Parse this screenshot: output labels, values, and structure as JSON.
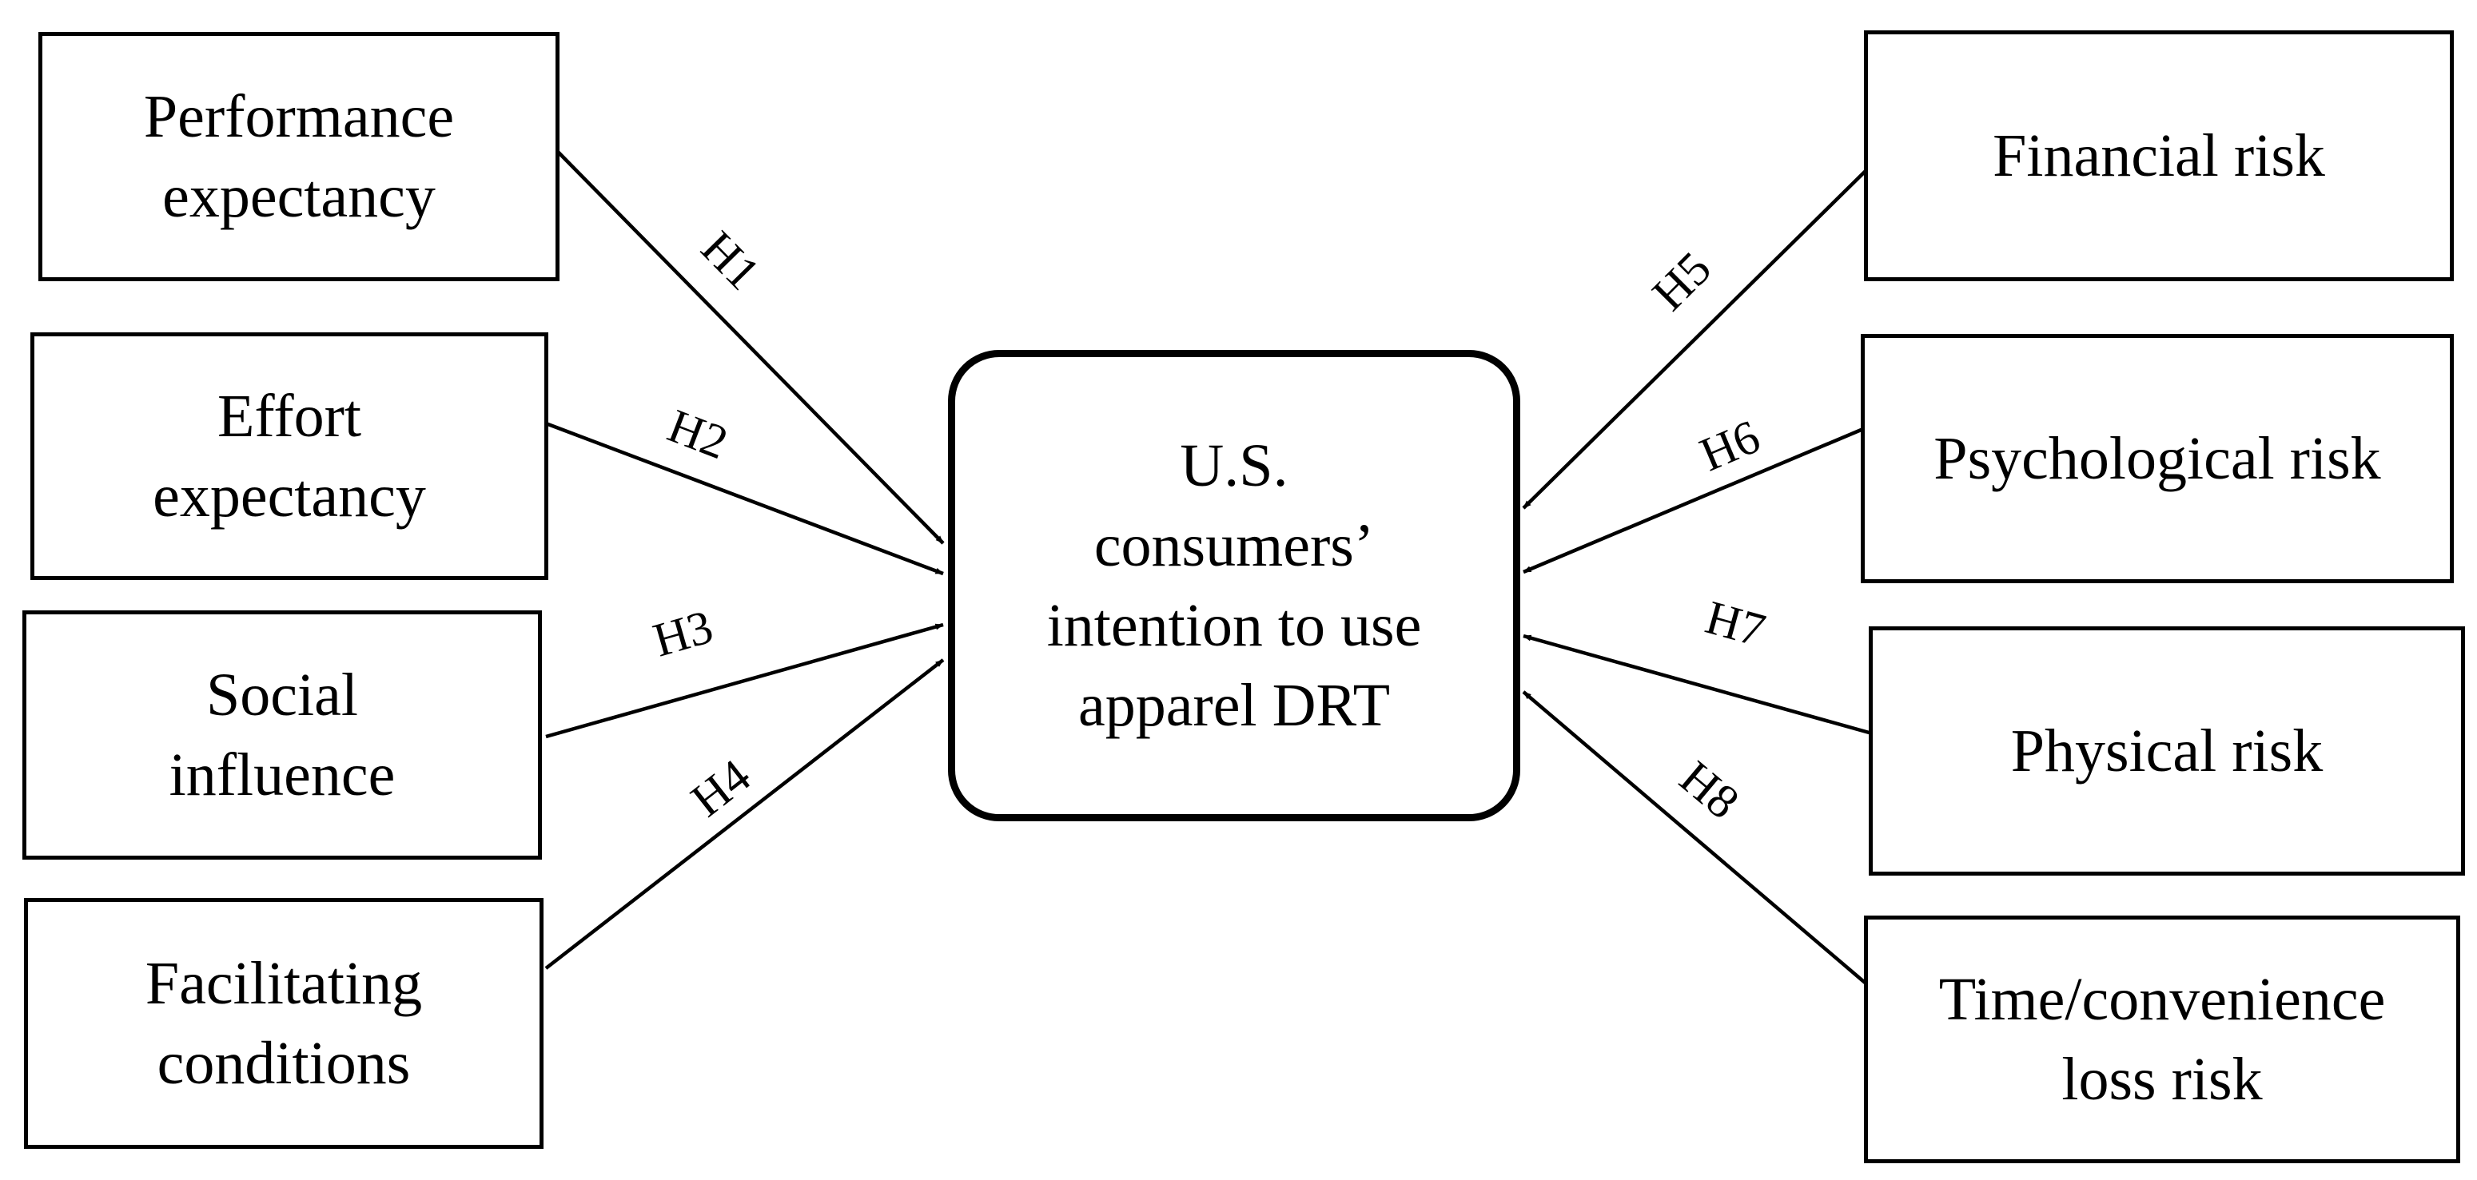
{
  "center": {
    "lines": [
      "U.S.",
      "consumers’",
      "intention to use",
      "apparel DRT"
    ]
  },
  "left_constructs": [
    {
      "lines": [
        "Performance",
        "expectancy"
      ],
      "hypothesis": "H1"
    },
    {
      "lines": [
        "Effort",
        "expectancy"
      ],
      "hypothesis": "H2"
    },
    {
      "lines": [
        "Social",
        "influence"
      ],
      "hypothesis": "H3"
    },
    {
      "lines": [
        "Facilitating",
        "conditions"
      ],
      "hypothesis": "H4"
    }
  ],
  "right_constructs": [
    {
      "lines": [
        "Financial risk"
      ],
      "hypothesis": "H5"
    },
    {
      "lines": [
        "Psychological risk"
      ],
      "hypothesis": "H6"
    },
    {
      "lines": [
        "Physical risk"
      ],
      "hypothesis": "H7"
    },
    {
      "lines": [
        "Time/convenience",
        "loss risk"
      ],
      "hypothesis": "H8"
    }
  ],
  "colors": {
    "line": "#000000",
    "background": "#ffffff",
    "text": "#000000"
  }
}
